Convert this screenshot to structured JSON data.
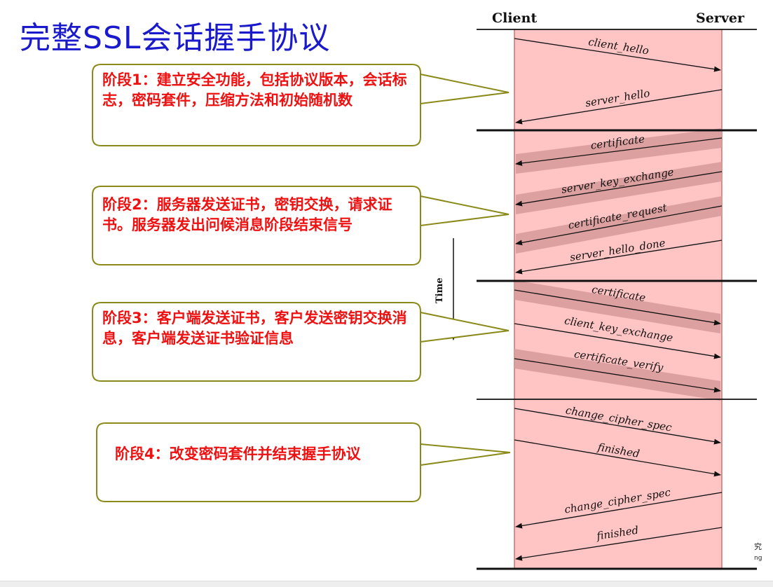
{
  "title": "完整SSL会话握手协议",
  "columns": {
    "client": "Client",
    "server": "Server"
  },
  "time_label": "Time",
  "phases": [
    {
      "id": 1,
      "text": "阶段1：建立安全功能，包括协议版本，会话标志，密码套件，压缩方法和初始随机数"
    },
    {
      "id": 2,
      "text": "阶段2：服务器发送证书，密钥交换，请求证书。服务器发出问候消息阶段结束信号"
    },
    {
      "id": 3,
      "text": "阶段3：客户端发送证书，客户发送密钥交换消息，客户端发送证书验证信息"
    },
    {
      "id": 4,
      "text": "阶段4：改变密码套件并结束握手协议"
    }
  ],
  "messages": [
    {
      "label": "client_hello",
      "direction": "client_to_server",
      "phase": 1,
      "optional": false
    },
    {
      "label": "server_hello",
      "direction": "server_to_client",
      "phase": 1,
      "optional": false
    },
    {
      "label": "certificate",
      "direction": "server_to_client",
      "phase": 2,
      "optional": true
    },
    {
      "label": "server_key_exchange",
      "direction": "server_to_client",
      "phase": 2,
      "optional": true
    },
    {
      "label": "certificate_request",
      "direction": "server_to_client",
      "phase": 2,
      "optional": true
    },
    {
      "label": "server_hello_done",
      "direction": "server_to_client",
      "phase": 2,
      "optional": false
    },
    {
      "label": "certificate",
      "direction": "client_to_server",
      "phase": 3,
      "optional": true
    },
    {
      "label": "client_key_exchange",
      "direction": "client_to_server",
      "phase": 3,
      "optional": false
    },
    {
      "label": "certificate_verify",
      "direction": "client_to_server",
      "phase": 3,
      "optional": true
    },
    {
      "label": "change_cipher_spec",
      "direction": "client_to_server",
      "phase": 4,
      "optional": false
    },
    {
      "label": "finished",
      "direction": "client_to_server",
      "phase": 4,
      "optional": false
    },
    {
      "label": "change_cipher_spec",
      "direction": "server_to_client",
      "phase": 4,
      "optional": false
    },
    {
      "label": "finished",
      "direction": "server_to_client",
      "phase": 4,
      "optional": false
    }
  ],
  "edge_text": {
    "line1": "究",
    "line2": "ng"
  },
  "colors": {
    "title": "#1a1acc",
    "callout_text": "#ee1111",
    "callout_border": "#8a8a1a",
    "lane_fill": "#ffc4c4",
    "optional_band": "#d79a9a",
    "lane_edge": "#b85a5a"
  }
}
